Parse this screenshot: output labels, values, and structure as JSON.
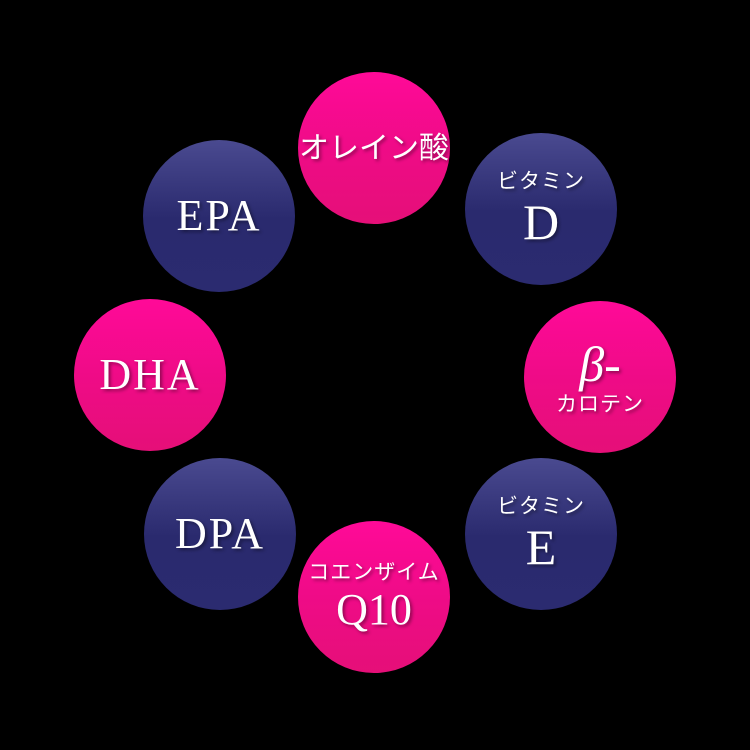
{
  "background_color": "#000000",
  "colors": {
    "pink_top": "#ff0a98",
    "pink_bottom": "#e50f78",
    "navy_top": "#4a4a90",
    "navy_bottom": "#28286e",
    "text": "#ffffff"
  },
  "diagram": {
    "type": "circular-ingredient-ring",
    "circles": [
      {
        "name": "oleic-acid",
        "color": "pink",
        "line1": "オレイン酸"
      },
      {
        "name": "vitamin-d",
        "color": "navy",
        "line1": "ビタミン",
        "line2": "D"
      },
      {
        "name": "beta-carotene",
        "color": "pink",
        "line1": "β-",
        "line2": "カロテン"
      },
      {
        "name": "vitamin-e",
        "color": "navy",
        "line1": "ビタミン",
        "line2": "E"
      },
      {
        "name": "coenzyme-q10",
        "color": "pink",
        "line1": "コエンザイム",
        "line2": "Q10"
      },
      {
        "name": "dpa",
        "color": "navy",
        "line1": "DPA"
      },
      {
        "name": "dha",
        "color": "pink",
        "line1": "DHA"
      },
      {
        "name": "epa",
        "color": "navy",
        "line1": "EPA"
      }
    ]
  }
}
